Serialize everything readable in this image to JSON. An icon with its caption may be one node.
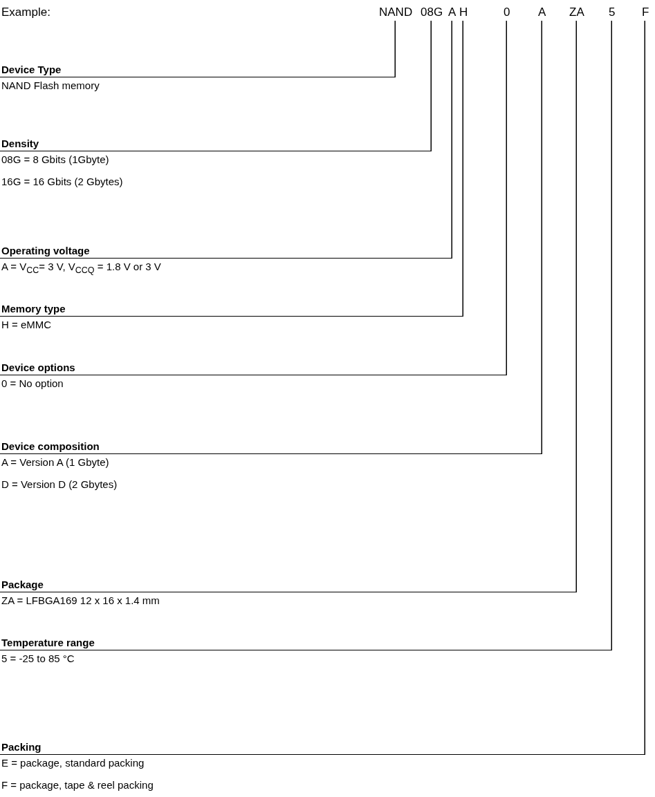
{
  "diagram": {
    "nodes": [
      {
        "text": [
          "NAND"
        ]
      },
      {
        "text": [
          "08G"
        ]
      },
      {
        "text": [
          "A"
        ]
      },
      {
        "text": [
          "H"
        ]
      },
      {
        "text": [
          "0"
        ]
      },
      {
        "text": [
          "A"
        ]
      },
      {
        "text": [
          "ZA"
        ]
      },
      {
        "text": [
          "5"
        ]
      },
      {
        "text": [
          "F"
        ]
      },
      {
        "text": [
          "Device Type",
          "NAND Flash memory"
        ]
      },
      {
        "text": [
          "Density",
          "08G = 8 Gbits (1Gbyte)",
          "16G = 16 Gbits (2 Gbytes)"
        ]
      },
      {
        "text": [
          "Operating voltage",
          "A = V$_{CC}$= 3 V, V$_{CCQ}$ = 1.8 V or 3 V"
        ]
      },
      {
        "text": [
          "Memory type",
          "H = eMMC"
        ]
      },
      {
        "text": [
          "Device options",
          "0 = No option"
        ]
      },
      {
        "text": [
          "Device composition",
          "A = Version A (1 Gbyte)",
          "D = Version D (2 Gbytes)"
        ]
      },
      {
        "text": [
          "Package",
          "ZA = LFBGA169 12 x 16 x 1.4 mm"
        ]
      },
      {
        "text": [
          "Temperature range",
          "5 = -25 to 85 °C"
        ]
      },
      {
        "text": [
          "Packing",
          "E = package, standard packing",
          "F = package, tape & reel packing"
        ]
      }
    ],
    "edges": [
      {
        "from": 0,
        "to": 9,
        "arrow": "none"
      },
      {
        "from": 1,
        "to": 10,
        "arrow": "none"
      },
      {
        "from": 2,
        "to": 11,
        "arrow": "none"
      },
      {
        "from": 3,
        "to": 12,
        "arrow": "none"
      },
      {
        "from": 4,
        "to": 13,
        "arrow": "none"
      },
      {
        "from": 5,
        "to": 14,
        "arrow": "none"
      },
      {
        "from": 6,
        "to": 15,
        "arrow": "none"
      },
      {
        "from": 7,
        "to": 16,
        "arrow": "none"
      },
      {
        "from": 8,
        "to": 17,
        "arrow": "none"
      }
    ],
    "labels": [
      "Example:"
    ]
  }
}
